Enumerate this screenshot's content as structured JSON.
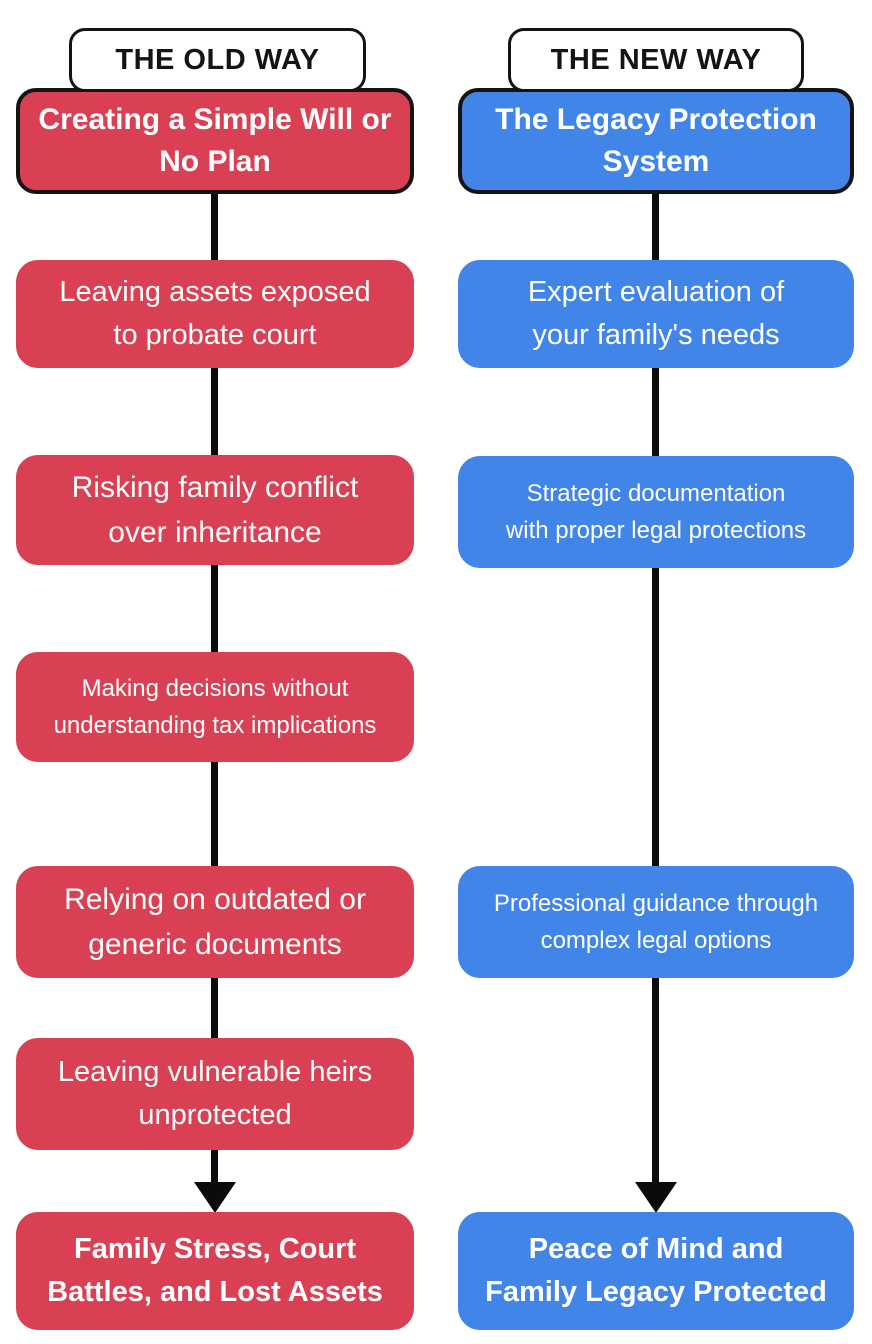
{
  "old_way": {
    "header": "THE OLD WAY",
    "title_lines": [
      "Creating a Simple Will or",
      "No Plan"
    ],
    "steps": [
      {
        "lines": [
          "Leaving assets exposed",
          "to probate court"
        ]
      },
      {
        "lines": [
          "Risking family conflict",
          "over inheritance"
        ]
      },
      {
        "lines": [
          "Making decisions without",
          "understanding tax implications"
        ]
      },
      {
        "lines": [
          "Relying on outdated or",
          "generic documents"
        ]
      },
      {
        "lines": [
          "Leaving vulnerable heirs",
          "unprotected"
        ]
      }
    ],
    "result_lines": [
      "Family Stress, Court",
      "Battles, and Lost Assets"
    ],
    "accent_color": "#D94053"
  },
  "new_way": {
    "header": "THE NEW WAY",
    "title_lines": [
      "The Legacy Protection",
      "System"
    ],
    "steps": [
      {
        "lines": [
          "Expert evaluation of",
          "your family's needs"
        ]
      },
      {
        "lines": [
          "Strategic documentation",
          "with proper legal protections"
        ]
      },
      {
        "lines": [
          "Professional guidance through",
          "complex legal options"
        ]
      }
    ],
    "result_lines": [
      "Peace of Mind and",
      "Family Legacy Protected"
    ],
    "accent_color": "#4285E8"
  },
  "colors": {
    "old_accent": "#D94053",
    "new_accent": "#4285E8",
    "connector": "#0B0B0B",
    "border": "#141414",
    "text_on_accent": "#FFFFFF"
  }
}
